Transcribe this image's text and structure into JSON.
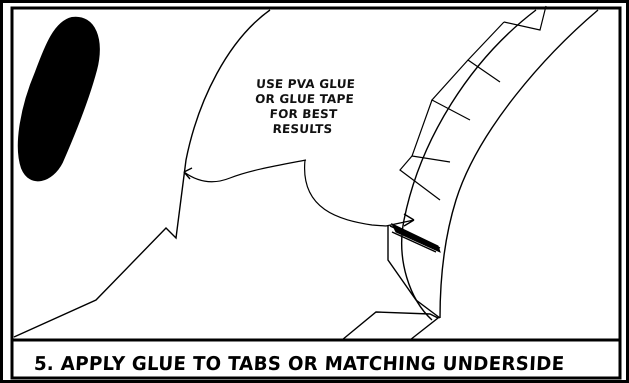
{
  "note": {
    "lines": [
      "USE PVA GLUE",
      "OR GLUE TAPE",
      "FOR BEST",
      "RESULTS"
    ]
  },
  "caption": {
    "text": "5. APPLY GLUE TO TABS OR MATCHING UNDERSIDE"
  }
}
